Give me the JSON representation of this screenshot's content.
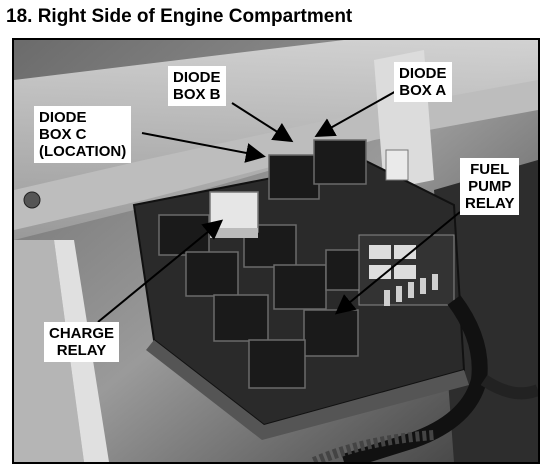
{
  "figure": {
    "title": "18. Right Side of Engine Compartment"
  },
  "callouts": {
    "diode_box_b": {
      "line1": "DIODE",
      "line2": "BOX B"
    },
    "diode_box_a": {
      "line1": "DIODE",
      "line2": "BOX A"
    },
    "diode_box_c": {
      "line1": "DIODE",
      "line2": "BOX C",
      "line3": "(LOCATION)"
    },
    "fuel_pump_relay": {
      "line1": "FUEL",
      "line2": "PUMP",
      "line3": "RELAY"
    },
    "charge_relay": {
      "line1": "CHARGE",
      "line2": "RELAY"
    }
  },
  "colors": {
    "photo_background": "#8a8a8a",
    "relay_dark": "#1a1a1a",
    "relay_light": "#e6e6e6"
  }
}
